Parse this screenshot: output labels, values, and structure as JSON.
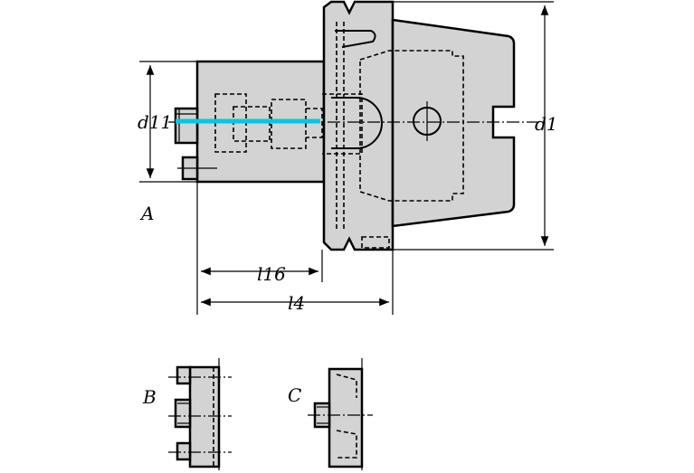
{
  "labels": {
    "d11": "d11",
    "d1": "d1",
    "l16": "l16",
    "l4": "l4",
    "view_a": "A",
    "view_b": "B",
    "view_c": "C"
  },
  "colors": {
    "coolant_channel": "#00c8e8",
    "body_fill": "#d3d3d3",
    "line": "#000000"
  }
}
